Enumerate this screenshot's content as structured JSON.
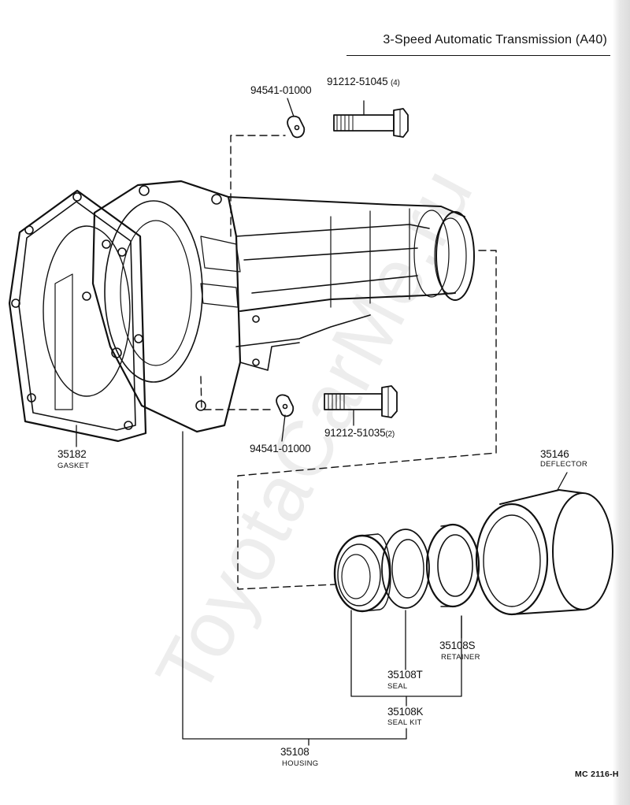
{
  "header": {
    "title": "3-Speed Automatic Transmission (A40)"
  },
  "watermark": "ToyotaCarMe.ru",
  "footer": {
    "code": "MC  2116-H"
  },
  "parts": {
    "plate_upper": {
      "number": "94541-01000"
    },
    "bolt_upper": {
      "number": "91212-51045",
      "qty": "(4)"
    },
    "plate_lower": {
      "number": "94541-01000"
    },
    "bolt_lower": {
      "number": "91212-51035",
      "qty": "(2)"
    },
    "gasket": {
      "number": "35182",
      "name": "GASKET"
    },
    "deflector": {
      "number": "35146",
      "name": "DEFLECTOR"
    },
    "retainer": {
      "number": "35108S",
      "name": "RETAINER"
    },
    "seal": {
      "number": "35108T",
      "name": "SEAL"
    },
    "seal_kit": {
      "number": "35108K",
      "name": "SEAL KIT"
    },
    "housing": {
      "number": "35108",
      "name": "HOUSING"
    }
  }
}
